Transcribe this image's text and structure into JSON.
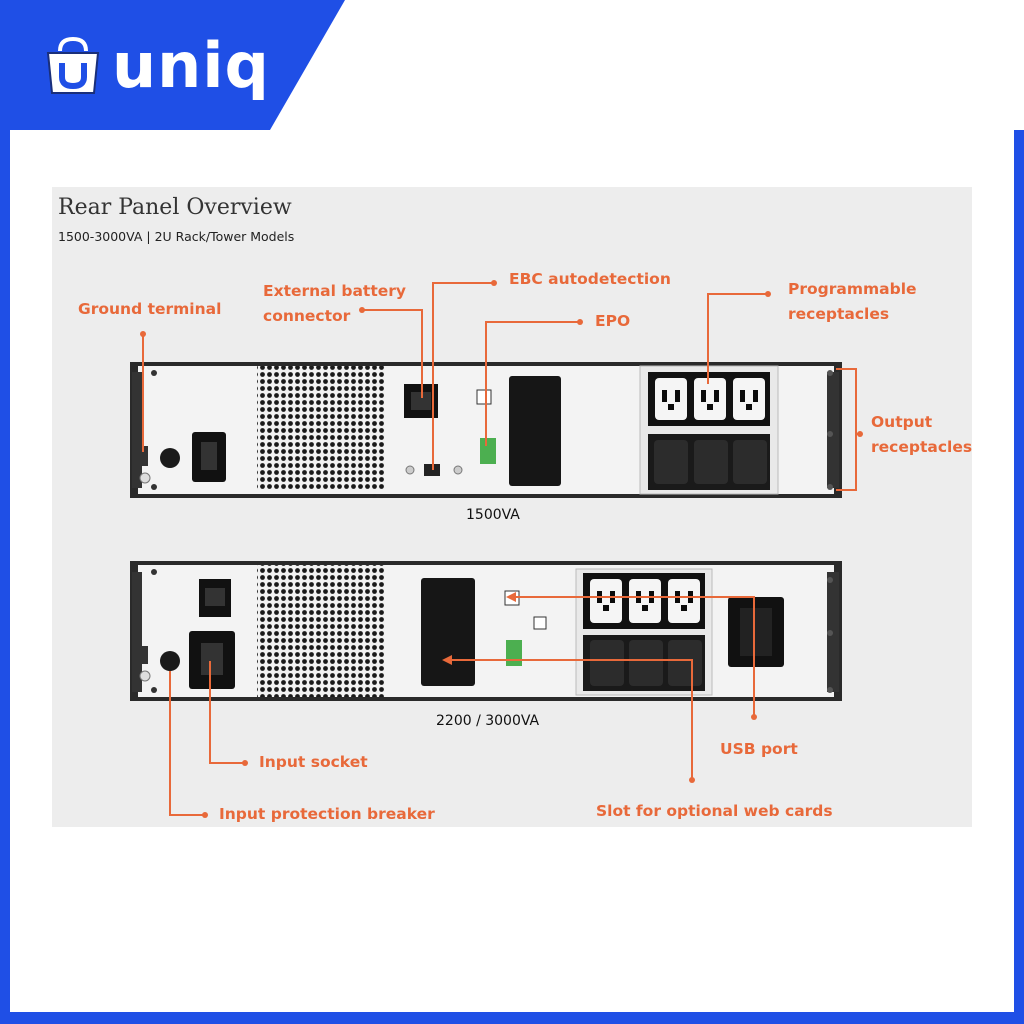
{
  "brand": {
    "name": "uniq",
    "logo_icon": "shopping-bag-u-icon"
  },
  "colors": {
    "brand_blue": "#1f4fe6",
    "callout_orange": "#e8693a",
    "panel_bg": "#ededed"
  },
  "diagram": {
    "title": "Rear Panel Overview",
    "subtitle": "1500-3000VA | 2U Rack/Tower Models",
    "model_top": "1500VA",
    "model_bottom": "2200 / 3000VA",
    "callouts": {
      "ground_terminal": "Ground terminal",
      "ext_battery_line1": "External battery",
      "ext_battery_line2": "connector",
      "ebc_autodetection": "EBC autodetection",
      "epo": "EPO",
      "programmable_line1": "Programmable",
      "programmable_line2": "receptacles",
      "output_line1": "Output",
      "output_line2": "receptacles",
      "input_socket": "Input socket",
      "input_breaker": "Input protection breaker",
      "usb_port": "USB port",
      "web_card_slot": "Slot for optional web cards"
    }
  }
}
